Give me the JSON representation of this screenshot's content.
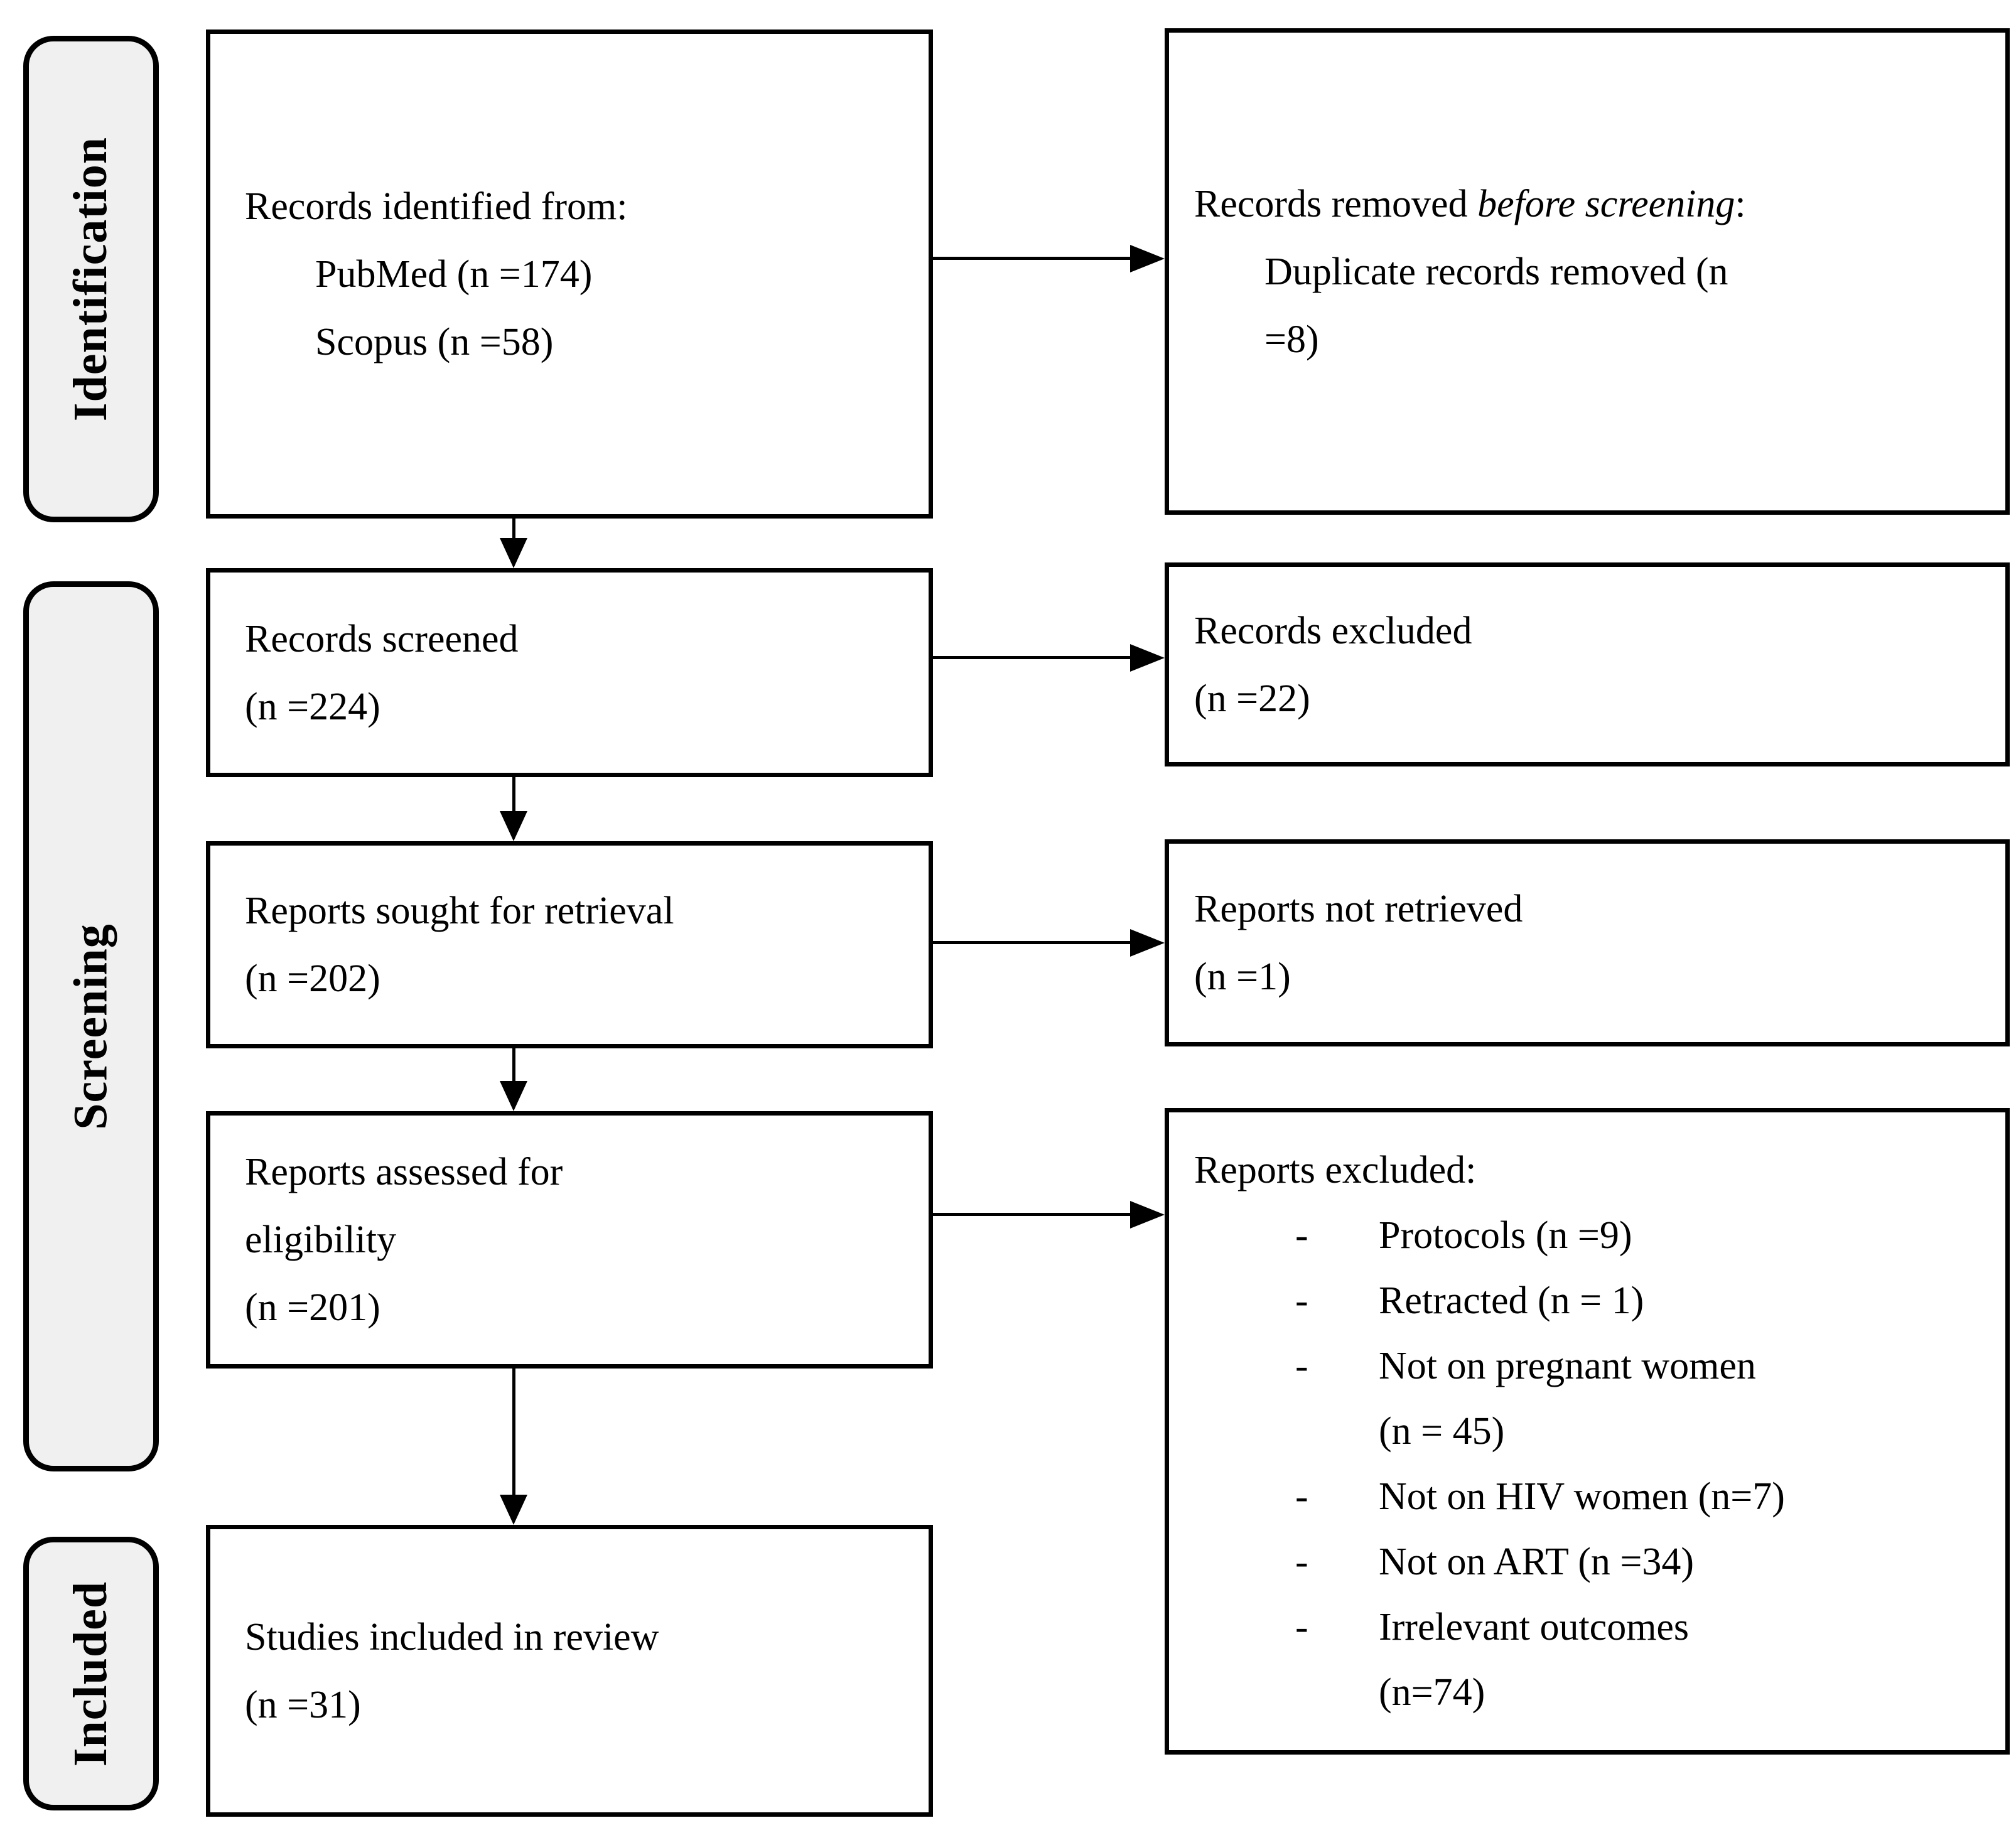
{
  "colors": {
    "box_border": "#000000",
    "stage_fill": "#f0f0f0",
    "arrow": "#000000"
  },
  "stages": {
    "identification": "Identification",
    "screening": "Screening",
    "included": "Included"
  },
  "boxes": {
    "identified": {
      "line1": "Records identified from:",
      "line2": "PubMed (n =174)",
      "line3": "Scopus (n =58)"
    },
    "removed": {
      "line1_pre": "Records removed ",
      "line1_italic": "before screening",
      "line1_post": ":",
      "line2": "Duplicate records removed (n",
      "line3": "=8)"
    },
    "screened": {
      "line1": "Records screened",
      "line2": "(n =224)"
    },
    "records_excluded": {
      "line1": "Records excluded",
      "line2": "(n =22)"
    },
    "sought": {
      "line1": "Reports sought for retrieval",
      "line2": "(n =202)"
    },
    "not_retrieved": {
      "line1": "Reports not retrieved",
      "line2": "(n =1)"
    },
    "assessed": {
      "line1": "Reports assessed for",
      "line2": "eligibility",
      "line3": "(n =201)"
    },
    "reports_excluded": {
      "title": "Reports excluded:",
      "items": [
        {
          "dash": "-",
          "text": "Protocols (n =9)"
        },
        {
          "dash": "-",
          "text": "Retracted (n = 1)"
        },
        {
          "dash": "-",
          "text": "Not on pregnant women"
        },
        {
          "dash": "",
          "text": "(n = 45)"
        },
        {
          "dash": "-",
          "text": "Not on HIV women (n=7)"
        },
        {
          "dash": "-",
          "text": "Not on ART (n =34)"
        },
        {
          "dash": "-",
          "text": "Irrelevant outcomes"
        },
        {
          "dash": "",
          "text": "(n=74)"
        }
      ]
    },
    "studies_included": {
      "line1": "Studies included in review",
      "line2": "(n =31)"
    }
  }
}
